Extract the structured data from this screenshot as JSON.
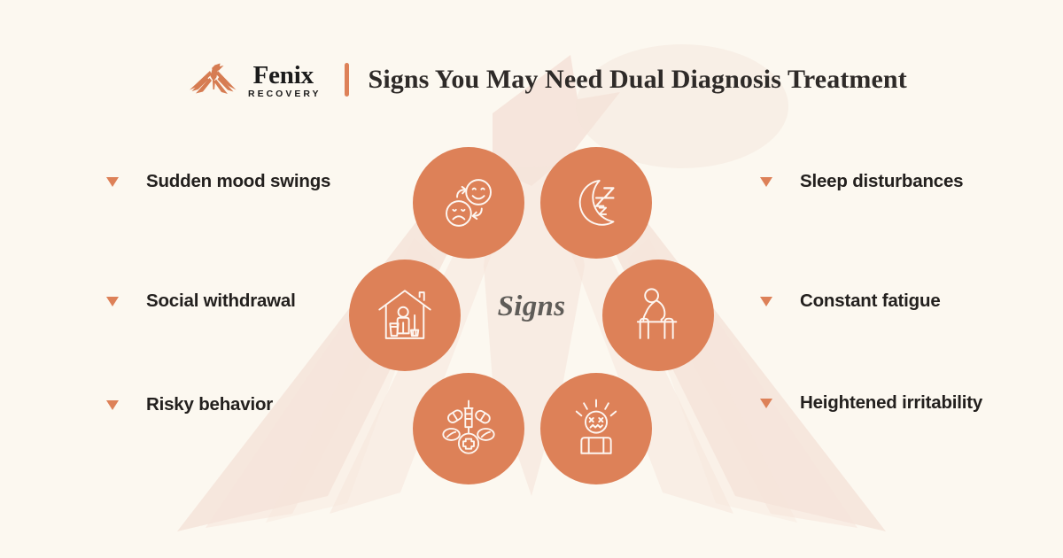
{
  "brand": {
    "name": "Fenix",
    "tagline": "RECOVERY",
    "logo_icon": "phoenix-bird-icon",
    "accent_color": "#dd8158"
  },
  "header": {
    "title": "Signs You May Need Dual Diagnosis Treatment",
    "divider_color": "#dd8158"
  },
  "center": {
    "word": "Signs",
    "color": "#5f5c58"
  },
  "theme": {
    "background": "#fcf8f0",
    "circle_fill": "#dd8158",
    "watermark": "#f5e4da",
    "text": "#23201e",
    "bullet_color": "#dd8158"
  },
  "signs": [
    {
      "id": "sudden-mood-swings",
      "label": "Sudden mood swings",
      "side": "left",
      "icon": "mood-swap-faces-icon",
      "bullet": "triangle-down-icon"
    },
    {
      "id": "social-withdrawal",
      "label": "Social withdrawal",
      "side": "left",
      "icon": "person-alone-in-house-icon",
      "bullet": "triangle-down-icon"
    },
    {
      "id": "risky-behavior",
      "label": "Risky behavior",
      "side": "left",
      "icon": "syringe-and-pills-icon",
      "bullet": "triangle-down-icon"
    },
    {
      "id": "sleep-disturbances",
      "label": "Sleep disturbances",
      "side": "right",
      "icon": "crescent-moon-zzz-icon",
      "bullet": "triangle-down-icon"
    },
    {
      "id": "constant-fatigue",
      "label": "Constant fatigue",
      "side": "right",
      "icon": "tired-person-on-walker-icon",
      "bullet": "triangle-down-icon"
    },
    {
      "id": "heightened-irritability",
      "label": "Heightened irritability",
      "side": "right",
      "icon": "angry-face-person-icon",
      "bullet": "triangle-down-icon"
    }
  ]
}
